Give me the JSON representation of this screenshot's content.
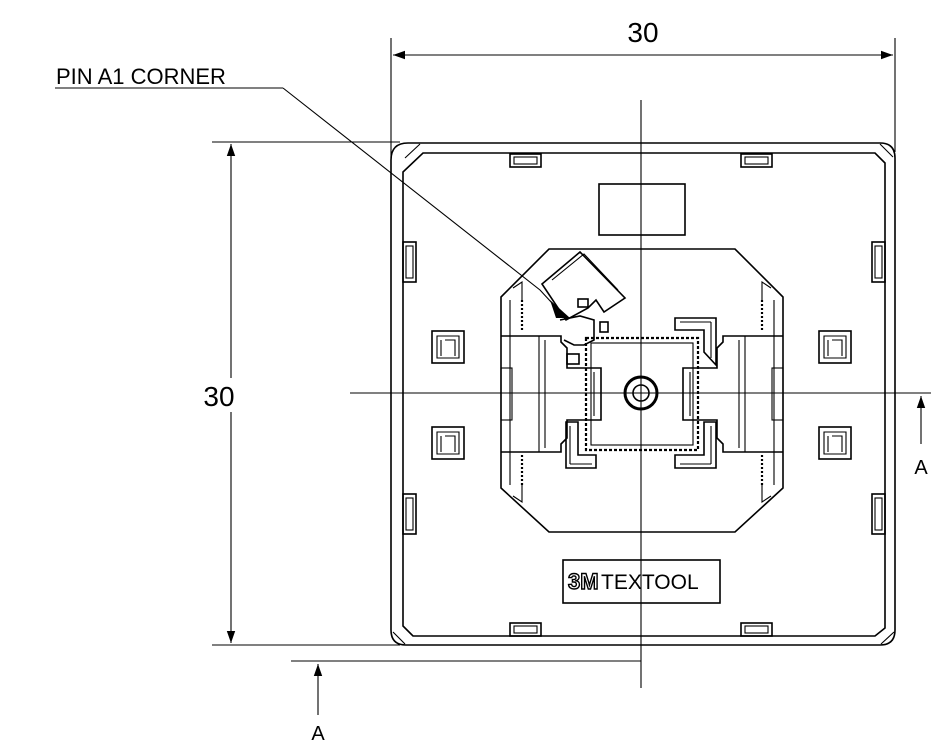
{
  "dimensions": {
    "width_label": "30",
    "height_label": "30"
  },
  "callout": {
    "pin_a1": "PIN A1 CORNER"
  },
  "section": {
    "marker_right": "A",
    "marker_bottom": "A"
  },
  "branding": {
    "logo": "3M",
    "name": "TEXTOOL"
  }
}
